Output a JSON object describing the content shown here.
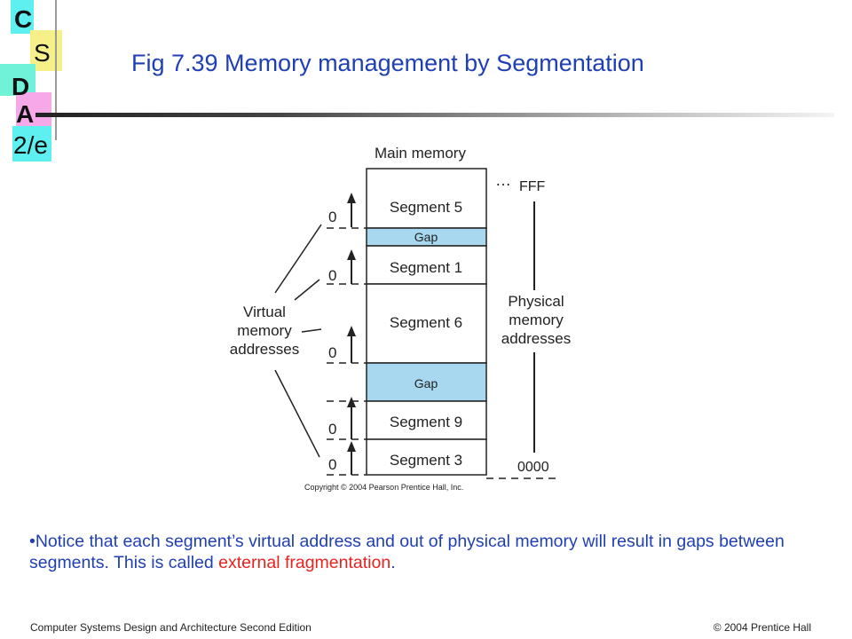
{
  "logo": {
    "c": "C",
    "s": "S",
    "d": "D",
    "a": "A",
    "edition": "2/e"
  },
  "slide": {
    "title": "Fig 7.39   Memory management by Segmentation"
  },
  "figure": {
    "main_memory_label": "Main memory",
    "ellipsis": "…",
    "fff_label": "FFF",
    "zero_label": "0000",
    "segments": [
      "Segment 5",
      "Gap",
      "Segment 1",
      "Segment 6",
      "Gap",
      "Segment 9",
      "Segment 3"
    ],
    "virtual_label": [
      "Virtual",
      "memory",
      "addresses"
    ],
    "physical_label": [
      "Physical",
      "memory",
      "addresses"
    ],
    "zero": "0",
    "copyright": "Copyright © 2004 Pearson Prentice Hall, Inc."
  },
  "note": {
    "bullet": "•",
    "text_part1": "Notice that each segment’s virtual address and out of physical memory will result in gaps between segments. This is called ",
    "highlight": "external fragmentation",
    "text_part2": "."
  },
  "footer": {
    "left": "Computer Systems Design and Architecture Second Edition",
    "right": "© 2004 Prentice Hall"
  },
  "colors": {
    "title": "#1f3fb5",
    "gap": "#a7d8f0",
    "highlight": "#e8231f",
    "logo_cyan": "#5ef0f0",
    "logo_yellow": "#f5f08a"
  }
}
